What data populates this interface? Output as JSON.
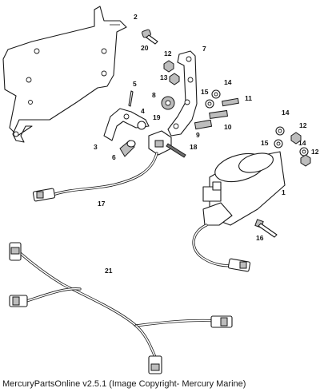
{
  "diagram": {
    "callouts": [
      {
        "id": "c1",
        "label": "1"
      },
      {
        "id": "c2",
        "label": "2"
      },
      {
        "id": "c3",
        "label": "3"
      },
      {
        "id": "c4",
        "label": "4"
      },
      {
        "id": "c5",
        "label": "5"
      },
      {
        "id": "c6",
        "label": "6"
      },
      {
        "id": "c7",
        "label": "7"
      },
      {
        "id": "c8",
        "label": "8"
      },
      {
        "id": "c9",
        "label": "9"
      },
      {
        "id": "c10",
        "label": "10"
      },
      {
        "id": "c11",
        "label": "11"
      },
      {
        "id": "c12a",
        "label": "12"
      },
      {
        "id": "c12b",
        "label": "12"
      },
      {
        "id": "c12c",
        "label": "12"
      },
      {
        "id": "c13",
        "label": "13"
      },
      {
        "id": "c14a",
        "label": "14"
      },
      {
        "id": "c14b",
        "label": "14"
      },
      {
        "id": "c14c",
        "label": "14"
      },
      {
        "id": "c15a",
        "label": "15"
      },
      {
        "id": "c15b",
        "label": "15"
      },
      {
        "id": "c16",
        "label": "16"
      },
      {
        "id": "c17",
        "label": "17"
      },
      {
        "id": "c18",
        "label": "18"
      },
      {
        "id": "c19",
        "label": "19"
      },
      {
        "id": "c20",
        "label": "20"
      },
      {
        "id": "c21",
        "label": "21"
      }
    ]
  },
  "footer": {
    "caption": "MercuryPartsOnline v2.5.1 (Image Copyright- Mercury Marine)"
  }
}
